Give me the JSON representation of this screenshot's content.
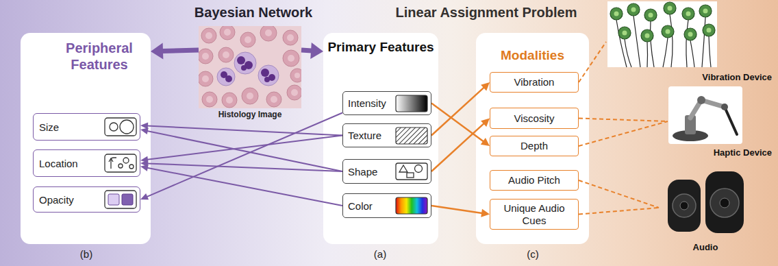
{
  "diagram": {
    "nodes": [
      {
        "text": [
          "Peripheral Features"
        ]
      },
      {
        "text": [
          "Size"
        ],
        "in": 0
      },
      {
        "text": [
          "Location"
        ],
        "in": 0
      },
      {
        "text": [
          "Opacity"
        ],
        "in": 0
      },
      {
        "text": [
          "Histology Image"
        ]
      },
      {
        "text": [
          "Primary Features"
        ]
      },
      {
        "text": [
          "Intensity"
        ],
        "in": 5
      },
      {
        "text": [
          "Texture"
        ],
        "in": 5
      },
      {
        "text": [
          "Shape"
        ],
        "in": 5
      },
      {
        "text": [
          "Color"
        ],
        "in": 5
      },
      {
        "text": [
          "Modalities"
        ]
      },
      {
        "text": [
          "Vibration"
        ],
        "in": 10
      },
      {
        "text": [
          "Viscosity"
        ],
        "in": 10
      },
      {
        "text": [
          "Depth"
        ],
        "in": 10
      },
      {
        "text": [
          "Audio Pitch"
        ],
        "in": 10
      },
      {
        "text": [
          "Unique Audio Cues"
        ],
        "in": 10
      },
      {
        "text": [
          "Vibration Device"
        ]
      },
      {
        "text": [
          "Haptic Device"
        ]
      },
      {
        "text": [
          "Audio"
        ]
      }
    ],
    "edges": [
      {
        "from": 4,
        "to": 0,
        "arrow": "to"
      },
      {
        "from": 4,
        "to": 5,
        "arrow": "to"
      },
      {
        "from": 6,
        "to": 3,
        "arrow": "to"
      },
      {
        "from": 7,
        "to": 1,
        "arrow": "to"
      },
      {
        "from": 7,
        "to": 2,
        "arrow": "to"
      },
      {
        "from": 8,
        "to": 1,
        "arrow": "to"
      },
      {
        "from": 8,
        "to": 2,
        "arrow": "to"
      },
      {
        "from": 9,
        "to": 2,
        "arrow": "to"
      },
      {
        "from": 6,
        "to": 13,
        "arrow": "to"
      },
      {
        "from": 7,
        "to": 11,
        "arrow": "to"
      },
      {
        "from": 8,
        "to": 12,
        "arrow": "to"
      },
      {
        "from": 9,
        "to": 15,
        "arrow": "to"
      },
      {
        "from": 11,
        "to": 16,
        "arrow": "none"
      },
      {
        "from": 12,
        "to": 17,
        "arrow": "none"
      },
      {
        "from": 13,
        "to": 17,
        "arrow": "none"
      },
      {
        "from": 14,
        "to": 18,
        "arrow": "none"
      },
      {
        "from": 15,
        "to": 18,
        "arrow": "none"
      }
    ],
    "labels": [
      "Bayesian Network",
      "Linear Assignment Problem",
      "(b)",
      "(a)",
      "(c)"
    ]
  }
}
